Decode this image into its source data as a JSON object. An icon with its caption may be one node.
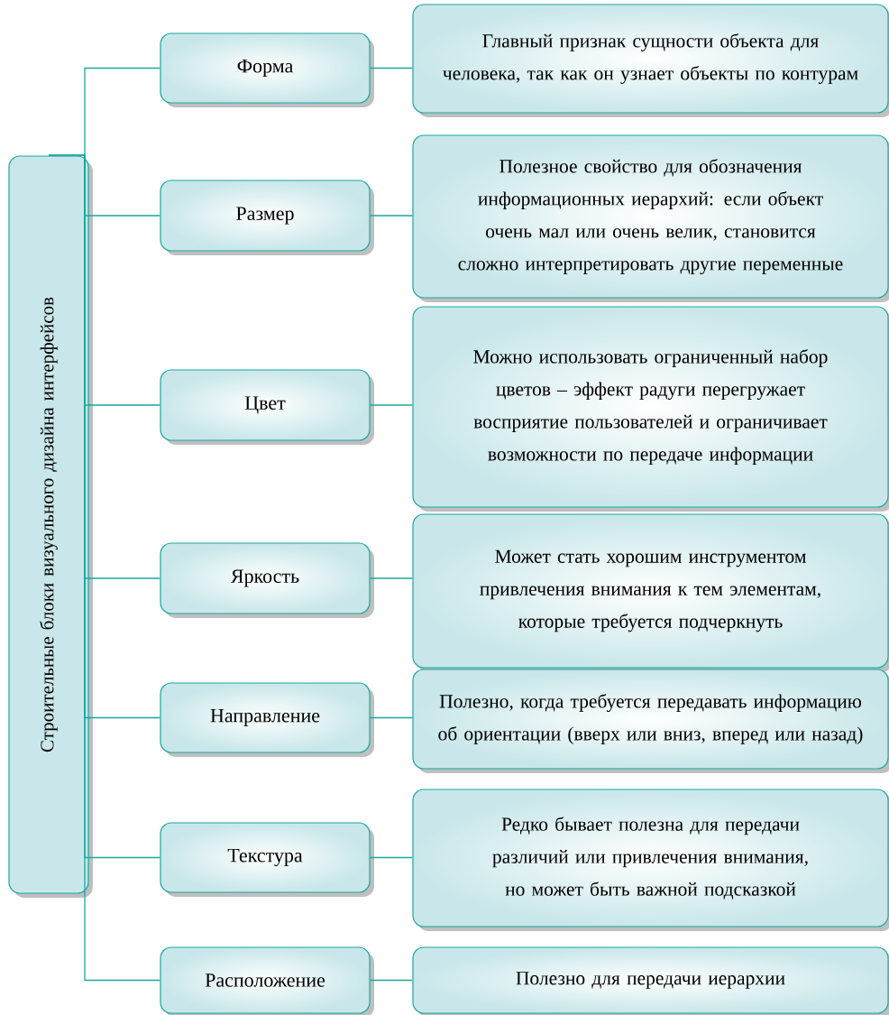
{
  "diagram": {
    "nodes": [
      {
        "text": [
          "Строительные блоки визуального дизайна интерфейсов"
        ]
      },
      {
        "text": [
          "Форма"
        ]
      },
      {
        "text": [
          "Главный признак сущности объекта для человека, так как он узнает объекты по контурам"
        ]
      },
      {
        "text": [
          "Размер"
        ]
      },
      {
        "text": [
          "Полезное свойство для обозначения информационных иерархий: если объект очень мал или очень велик, становится сложно интерпретировать другие переменные"
        ]
      },
      {
        "text": [
          "Цвет"
        ]
      },
      {
        "text": [
          "Можно использовать ограниченный набор цветов – эффект радуги перегружает восприятие пользователей и ограничивает возможности по передаче информации"
        ]
      },
      {
        "text": [
          "Яркость"
        ]
      },
      {
        "text": [
          "Может стать хорошим инструментом привлечения внимания к тем элементам, которые требуется подчеркнуть"
        ]
      },
      {
        "text": [
          "Направление"
        ]
      },
      {
        "text": [
          "Полезно, когда требуется передавать информацию об ориентации (вверх или вниз, вперед или назад)"
        ]
      },
      {
        "text": [
          "Текстура"
        ]
      },
      {
        "text": [
          "Редко бывает полезна для передачи различий или привлечения внимания, но может быть важной подсказкой"
        ]
      },
      {
        "text": [
          "Расположение"
        ]
      },
      {
        "text": [
          "Полезно для передачи иерархии"
        ]
      }
    ],
    "edges": [
      {
        "from": 0,
        "to": 1,
        "arrow": "none"
      },
      {
        "from": 0,
        "to": 3,
        "arrow": "none"
      },
      {
        "from": 0,
        "to": 5,
        "arrow": "none"
      },
      {
        "from": 0,
        "to": 7,
        "arrow": "none"
      },
      {
        "from": 0,
        "to": 9,
        "arrow": "none"
      },
      {
        "from": 0,
        "to": 11,
        "arrow": "none"
      },
      {
        "from": 0,
        "to": 13,
        "arrow": "none"
      },
      {
        "from": 1,
        "to": 2,
        "arrow": "none"
      },
      {
        "from": 3,
        "to": 4,
        "arrow": "none"
      },
      {
        "from": 5,
        "to": 6,
        "arrow": "none"
      },
      {
        "from": 7,
        "to": 8,
        "arrow": "none"
      },
      {
        "from": 9,
        "to": 10,
        "arrow": "none"
      },
      {
        "from": 11,
        "to": 12,
        "arrow": "none"
      },
      {
        "from": 13,
        "to": 14,
        "arrow": "none"
      }
    ]
  }
}
